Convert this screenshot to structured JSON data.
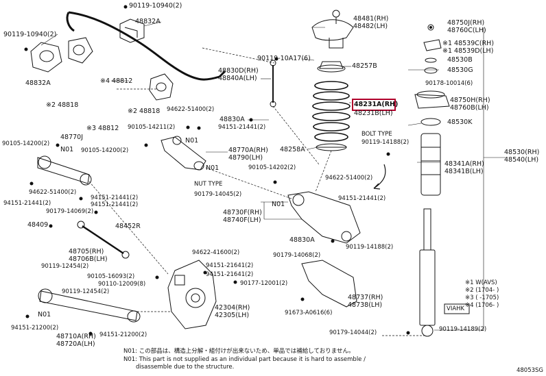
{
  "labels": {
    "p90119_10940a": "90119-10940(2)",
    "p48832A_top": "48832A",
    "p90119_10940b": "90119-10940(2)",
    "p48832A_left": "48832A",
    "p48812_a": "※4 48812",
    "p48818": "※2 48818",
    "p48818_b": "※2 48818",
    "p48812_b": "※3 48812",
    "p48481": "48481(RH)",
    "p48482": "48482(LH)",
    "p90119_10A17": "90119-10A17(6)",
    "p48257B": "48257B",
    "p48830D": "48830D(RH)",
    "p48840A": "48840A(LH)",
    "p48231A": "48231A(RH)",
    "p48231B": "48231B(LH)",
    "p94622_51400_a": "94622-51400(2)",
    "p48830A_a": "48830A",
    "p94151_21441_a": "94151-21441(2)",
    "p90105_14211": "90105-14211(2)",
    "p48770J": "48770J",
    "p90105_14200a": "90105-14200(2)",
    "p90105_14200b": "90105-14200(2)",
    "pN01_a": "N01",
    "pN01_b": "N01",
    "pN01_c": "N01",
    "p48770A": "48770A(RH)",
    "p48790": "48790(LH)",
    "p48258A": "48258A",
    "pBOLT": "BOLT TYPE",
    "p90119_14188a": "90119-14188(2)",
    "p90105_14202": "90105-14202(2)",
    "p94622_51400_b": "94622-51400(2)",
    "pNUT": "NUT TYPE",
    "p90179_14045": "90179-14045(2)",
    "p94151_21441_b": "94151-21441(2)",
    "p94622_51400_c": "94622-51400(2)",
    "p94151_21441_c": "94151-21441(2)",
    "p94151_21441_d": "94151-21441(2)",
    "p90179_14069": "90179-14069(2)",
    "p48409": "48409",
    "p48452R": "48452R",
    "pN01_d": "N01",
    "p48730F": "48730F(RH)",
    "p48740F": "48740F(LH)",
    "p48830A_b": "48830A",
    "p90119_14188b": "90119-14188(2)",
    "p48705": "48705(RH)",
    "p48706B": "48706B(LH)",
    "p94622_41600": "94622-41600(2)",
    "p90179_14068": "90179-14068(2)",
    "p90119_12454a": "90119-12454(2)",
    "p90105_16093": "90105-16093(2)",
    "p90110_12009": "90110-12009(8)",
    "p94151_21641": "94151-21641(2)",
    "p90177_12001": "90177-12001(2)",
    "p90119_12454b": "90119-12454(2)",
    "p48737": "48737(RH)",
    "p48738": "48738(LH)",
    "p91673_A0616": "91673-A0616(6)",
    "pN01_e": "N01",
    "p42304": "42304(RH)",
    "p42305": "42305(LH)",
    "p94151_21200a": "94151-21200(2)",
    "p48710A": "48710A(RH)",
    "p48720A": "48720A(LH)",
    "p94151_21200b": "94151-21200(2)",
    "p90179_14044": "90179-14044(2)",
    "p48750J": "48750J(RH)",
    "p48760C": "48760C(LH)",
    "p48539C": "※1 48539C(RH)",
    "p48539D": "※1 48539D(LH)",
    "p48530B": "48530B",
    "p48530G": "48530G",
    "p90178_10014": "90178-10014(6)",
    "p48750H": "48750H(RH)",
    "p48760B": "48760B(LH)",
    "p48530K": "48530K",
    "p48341A": "48341A(RH)",
    "p48341B": "48341B(LH)",
    "p48530": "48530(RH)",
    "p48540": "48540(LH)",
    "pVIAHK": "VIAHK",
    "p90119_14189": "90119-14189(2)",
    "legend1": "※1 W(AVS)",
    "legend2": "※2 (1704-       )",
    "legend3": "※3 (       -1705)",
    "legend4": "※4 (1706-       )"
  },
  "notes": {
    "n1": "N01: この部品は、構造上分解・組付けが出来ないため、単品では補給しておりません。",
    "n2": "N01: This part is not supplied as an individual part because it is hard to assemble /",
    "n3": "disassemble due to the structure."
  },
  "ref_code": "48053SG"
}
